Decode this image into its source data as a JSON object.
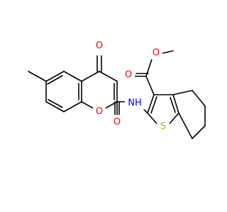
{
  "colors": {
    "background": "#ffffff",
    "bond": "#000000",
    "oxygen": "#ff0000",
    "nitrogen": "#0000ff",
    "sulfur": "#b3b300"
  },
  "atoms": {
    "o_ketone": "O",
    "o_ring": "O",
    "o_amide": "O",
    "n_amide": "NH",
    "o_ester_carbonyl": "O",
    "o_ester_methoxy": "O",
    "s_thiophene": "S"
  }
}
